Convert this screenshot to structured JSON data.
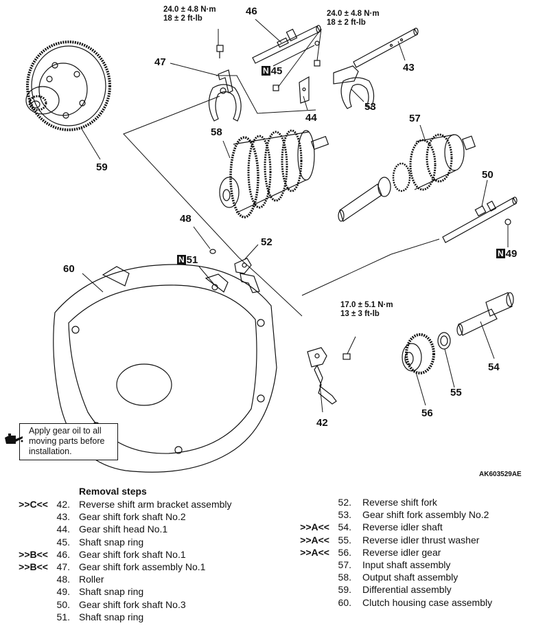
{
  "callouts": {
    "c42": "42",
    "c43": "43",
    "c44": "44",
    "c45": "45",
    "c46": "46",
    "c47": "47",
    "c48": "48",
    "c49": "49",
    "c50": "50",
    "c51": "51",
    "c52": "52",
    "c53": "53",
    "c54": "54",
    "c55": "55",
    "c56": "56",
    "c57": "57",
    "c58": "58",
    "c59": "59",
    "c60": "60"
  },
  "new_part_mark": "N",
  "torque": {
    "a": {
      "nm": "24.0 ± 4.8 N·m",
      "ftlb": "18 ± 2 ft-lb"
    },
    "b": {
      "nm": "24.0 ± 4.8 N·m",
      "ftlb": "18 ± 2 ft-lb"
    },
    "c": {
      "nm": "17.0 ± 5.1 N·m",
      "ftlb": "13 ± 3 ft-lb"
    }
  },
  "note": {
    "text": "Apply gear oil to all moving parts before installation.",
    "icon": "oil-can-icon"
  },
  "drawing_code": "AK603529AE",
  "removal": {
    "title": "Removal steps",
    "left": [
      {
        "mark": ">>C<<",
        "num": "42.",
        "label": "Reverse shift arm bracket assembly"
      },
      {
        "mark": "",
        "num": "43.",
        "label": "Gear shift fork shaft No.2"
      },
      {
        "mark": "",
        "num": "44.",
        "label": "Gear shift head No.1"
      },
      {
        "mark": "",
        "num": "45.",
        "label": "Shaft snap ring"
      },
      {
        "mark": ">>B<<",
        "num": "46.",
        "label": "Gear shift fork shaft No.1"
      },
      {
        "mark": ">>B<<",
        "num": "47.",
        "label": "Gear shift fork assembly No.1"
      },
      {
        "mark": "",
        "num": "48.",
        "label": "Roller"
      },
      {
        "mark": "",
        "num": "49.",
        "label": "Shaft snap ring"
      },
      {
        "mark": "",
        "num": "50.",
        "label": "Gear shift fork shaft No.3"
      },
      {
        "mark": "",
        "num": "51.",
        "label": "Shaft snap ring"
      }
    ],
    "right": [
      {
        "mark": "",
        "num": "52.",
        "label": "Reverse shift fork"
      },
      {
        "mark": "",
        "num": "53.",
        "label": "Gear shift fork assembly No.2"
      },
      {
        "mark": ">>A<<",
        "num": "54.",
        "label": "Reverse idler shaft"
      },
      {
        "mark": ">>A<<",
        "num": "55.",
        "label": "Reverse idler thrust washer"
      },
      {
        "mark": ">>A<<",
        "num": "56.",
        "label": "Reverse idler gear"
      },
      {
        "mark": "",
        "num": "57.",
        "label": "Input shaft assembly"
      },
      {
        "mark": "",
        "num": "58.",
        "label": "Output shaft assembly"
      },
      {
        "mark": "",
        "num": "59.",
        "label": "Differential assembly"
      },
      {
        "mark": "",
        "num": "60.",
        "label": "Clutch housing case assembly"
      }
    ]
  }
}
